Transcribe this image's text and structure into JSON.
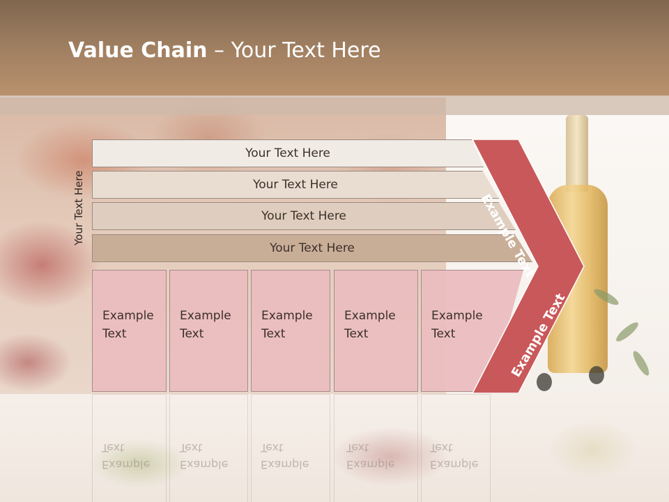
{
  "title": {
    "bold": "Value Chain",
    "rest": " – Your Text Here"
  },
  "side_label": "Your Text Here",
  "rows": [
    {
      "label": "Your Text Here"
    },
    {
      "label": "Your Text Here"
    },
    {
      "label": "Your Text Here"
    },
    {
      "label": "Your Text Here"
    }
  ],
  "boxes": [
    {
      "line1": "Example",
      "line2": "Text"
    },
    {
      "line1": "Example",
      "line2": "Text"
    },
    {
      "line1": "Example",
      "line2": "Text"
    },
    {
      "line1": "Example",
      "line2": "Text"
    },
    {
      "line1": "Example",
      "line2": "Text"
    }
  ],
  "chevron": {
    "top_label": "Example Text",
    "bottom_label": "Example Text",
    "color": "#c9585a"
  },
  "colors": {
    "header": "#a07f61",
    "box_fill": "#eabcbe"
  }
}
